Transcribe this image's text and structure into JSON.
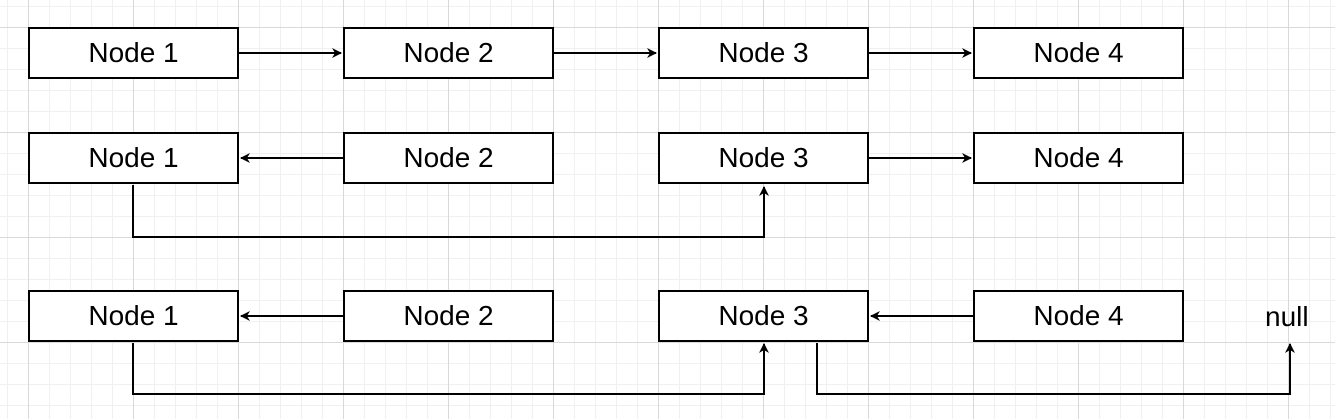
{
  "rows": [
    {
      "nodes": [
        {
          "label": "Node 1"
        },
        {
          "label": "Node 2"
        },
        {
          "label": "Node 3"
        },
        {
          "label": "Node 4"
        }
      ]
    },
    {
      "nodes": [
        {
          "label": "Node 1"
        },
        {
          "label": "Node 2"
        },
        {
          "label": "Node 3"
        },
        {
          "label": "Node 4"
        }
      ]
    },
    {
      "nodes": [
        {
          "label": "Node 1"
        },
        {
          "label": "Node 2"
        },
        {
          "label": "Node 3"
        },
        {
          "label": "Node 4"
        }
      ],
      "terminal": "null"
    }
  ],
  "colors": {
    "stroke": "#000000",
    "node_fill": "#ffffff",
    "grid": "#d9d9d9"
  }
}
